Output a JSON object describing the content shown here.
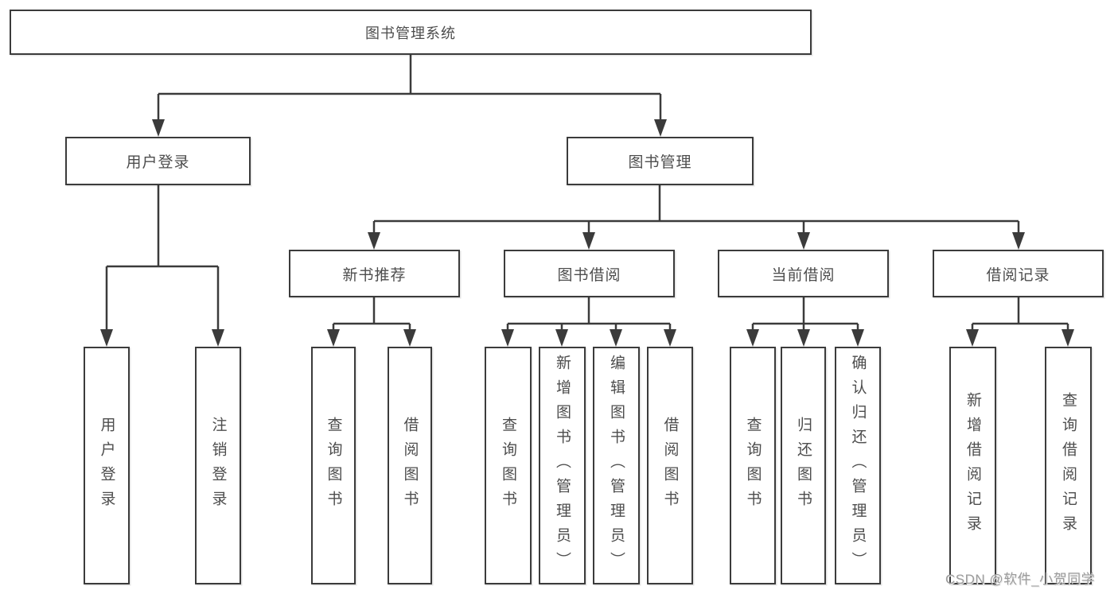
{
  "diagram_type": "hierarchy-diagram",
  "colors": {
    "line": "#3b3b3b",
    "border": "#3b3b3b",
    "text": "#4d4d4d",
    "box_background": "#ffffff",
    "watermark": "#9c9c9c"
  },
  "watermark": "CSDN @软件_小贺同学",
  "nodes": {
    "root": "图书管理系统",
    "user_login": "用户登录",
    "book_management": "图书管理",
    "new_book_recommendation": "新书推荐",
    "book_borrowing": "图书借阅",
    "current_borrowing": "当前借阅",
    "borrowing_records": "借阅记录",
    "leaf_user_login": "用户登录",
    "leaf_logout": "注销登录",
    "leaf_rec_query_books": "查询图书",
    "leaf_rec_borrow_books": "借阅图书",
    "leaf_borrow_query_books": "查询图书",
    "leaf_borrow_add_books": "新增图书（管理员）",
    "leaf_borrow_edit_books": "编辑图书（管理员）",
    "leaf_borrow_borrow_books": "借阅图书",
    "leaf_current_query_books": "查询图书",
    "leaf_current_return_books": "归还图书",
    "leaf_current_confirm_return": "确认归还（管理员）",
    "leaf_records_add_record": "新增借阅记录",
    "leaf_records_query_record": "查询借阅记录"
  }
}
